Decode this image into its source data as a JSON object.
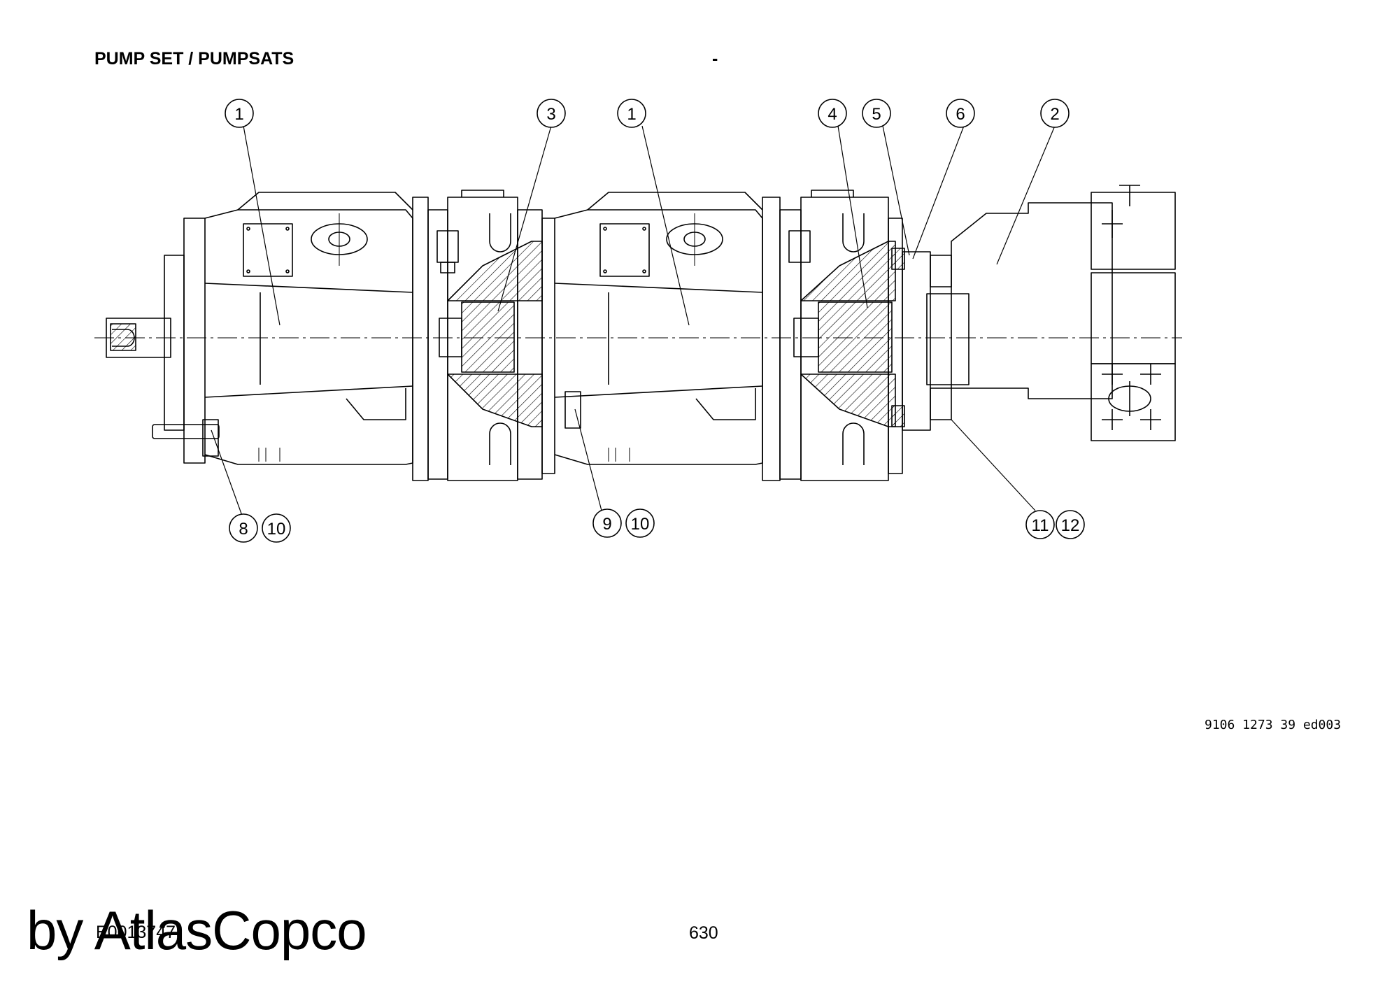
{
  "header": {
    "title": "PUMP SET / PUMPSATS",
    "separator": "-"
  },
  "drawing": {
    "drawing_number": "9106 1273 39 ed003",
    "callouts": [
      {
        "id": "callout-1a",
        "labels": [
          "1"
        ]
      },
      {
        "id": "callout-3",
        "labels": [
          "3"
        ]
      },
      {
        "id": "callout-1b",
        "labels": [
          "1"
        ]
      },
      {
        "id": "callout-4",
        "labels": [
          "4"
        ]
      },
      {
        "id": "callout-5",
        "labels": [
          "5"
        ]
      },
      {
        "id": "callout-6",
        "labels": [
          "6"
        ]
      },
      {
        "id": "callout-2",
        "labels": [
          "2"
        ]
      },
      {
        "id": "callout-8-10",
        "labels": [
          "8",
          "10"
        ]
      },
      {
        "id": "callout-9-10",
        "labels": [
          "9",
          "10"
        ]
      },
      {
        "id": "callout-11-12",
        "labels": [
          "11",
          "12"
        ]
      }
    ]
  },
  "footer": {
    "doc_code": "E0013747",
    "watermark": "by AtlasCopco",
    "page_number": "630"
  }
}
